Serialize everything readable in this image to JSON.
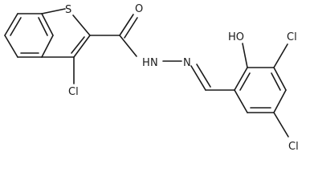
{
  "molecule": {
    "atoms": {
      "s": "S",
      "o": "O",
      "nh": "N",
      "h": "H",
      "n": "N",
      "ho": "HO",
      "cl_thiophene": "Cl",
      "cl_top_right": "Cl",
      "cl_bottom_right": "Cl"
    }
  }
}
